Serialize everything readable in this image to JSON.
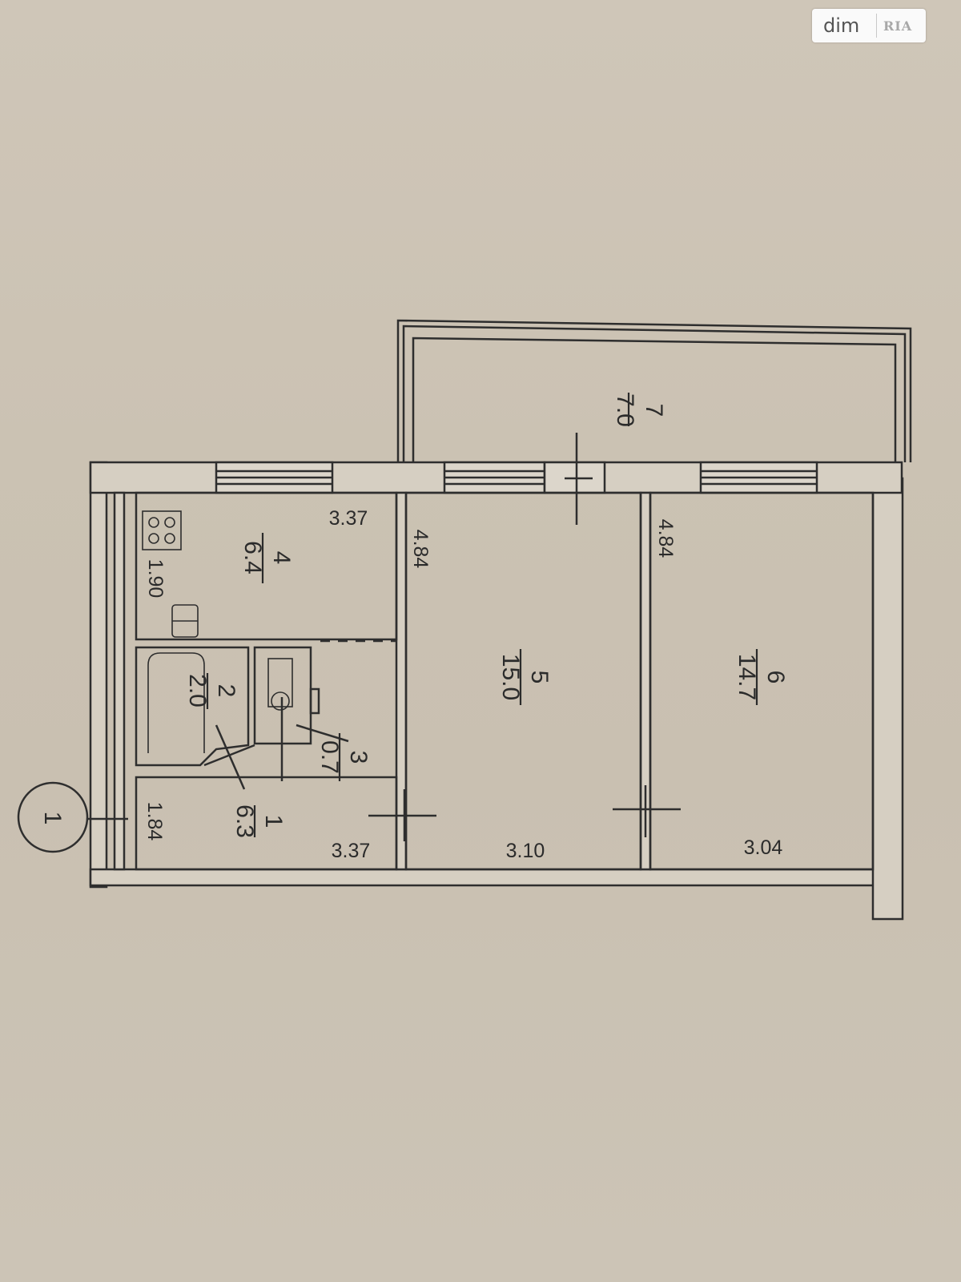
{
  "watermark": {
    "text": "dim",
    "logo": "RIA"
  },
  "plan": {
    "marker": "1",
    "rooms": [
      {
        "id": "7",
        "area": "7.0"
      },
      {
        "id": "4",
        "area": "6.4"
      },
      {
        "id": "5",
        "area": "15.0"
      },
      {
        "id": "6",
        "area": "14.7"
      },
      {
        "id": "2",
        "area": "2.0"
      },
      {
        "id": "3",
        "area": "0.7"
      },
      {
        "id": "1",
        "area": "6.3"
      }
    ],
    "dimensions": {
      "kitchen_top": "3.37",
      "kitchen_side": "1.90",
      "room5_side": "4.84",
      "room6_side": "4.84",
      "hall_side": "1.84",
      "hall_bottom": "3.37",
      "room5_bottom": "3.10",
      "room6_bottom": "3.04"
    }
  }
}
